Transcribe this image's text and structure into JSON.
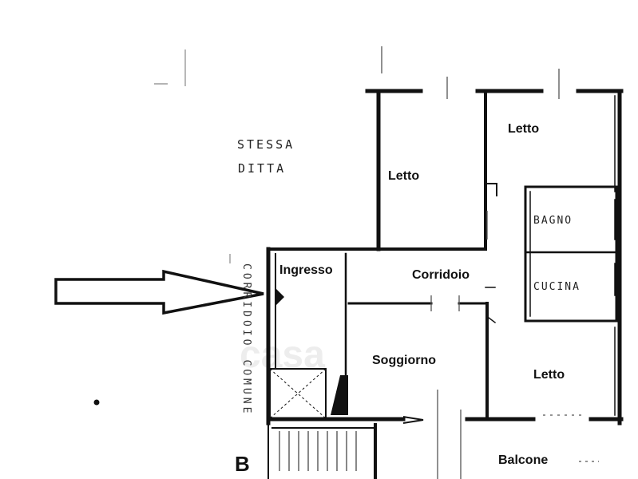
{
  "plan": {
    "annotation_top": [
      "STESSA",
      "DITTA"
    ],
    "corridor_left": "CORRIDOIO",
    "corridor_right": "COMUNE",
    "stair_mark": "B",
    "watermark": "casa",
    "rooms": {
      "letto_top_left": "Letto",
      "letto_top_right": "Letto",
      "bagno": "BAGNO",
      "cucina": "CUCINA",
      "ingresso": "Ingresso",
      "corridoio": "Corridoio",
      "soggiorno": "Soggiorno",
      "letto_bottom": "Letto",
      "balcone": "Balcone"
    }
  }
}
